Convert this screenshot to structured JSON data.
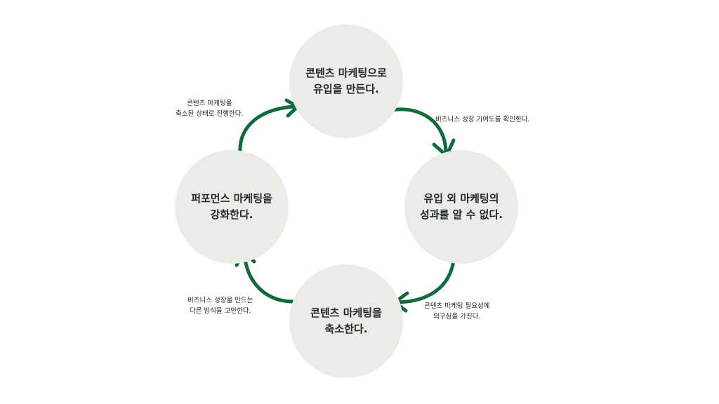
{
  "colors": {
    "arrow": "#0f6b3a",
    "node_fill": "#ecebe7",
    "node_text": "#1f2a22",
    "note_text": "#222222",
    "background": "#ffffff"
  },
  "nodes": {
    "top": {
      "line1": "콘텐츠 마케팅으로",
      "line2": "유입을 만든다."
    },
    "right": {
      "line1": "유입 외 마케팅의",
      "line2": "성과를 알 수 없다."
    },
    "bottom": {
      "line1": "콘텐츠 마케팅을",
      "line2": "축소한다."
    },
    "left": {
      "line1": "퍼포먼스 마케팅을",
      "line2": "강화한다."
    }
  },
  "notes": {
    "top_right": {
      "line1": "비즈니스 성장 기여도를 확인한다."
    },
    "bottom_right": {
      "line1": "콘텐츠 마케팅 필요성에",
      "line2": "의구심을 가진다."
    },
    "bottom_left": {
      "line1": "비즈니스 성장을 만드는",
      "line2": "다른 방식을 고안한다."
    },
    "top_left": {
      "line1": "콘텐츠 마케팅을",
      "line2": "축소된 상태로 진행한다."
    }
  }
}
